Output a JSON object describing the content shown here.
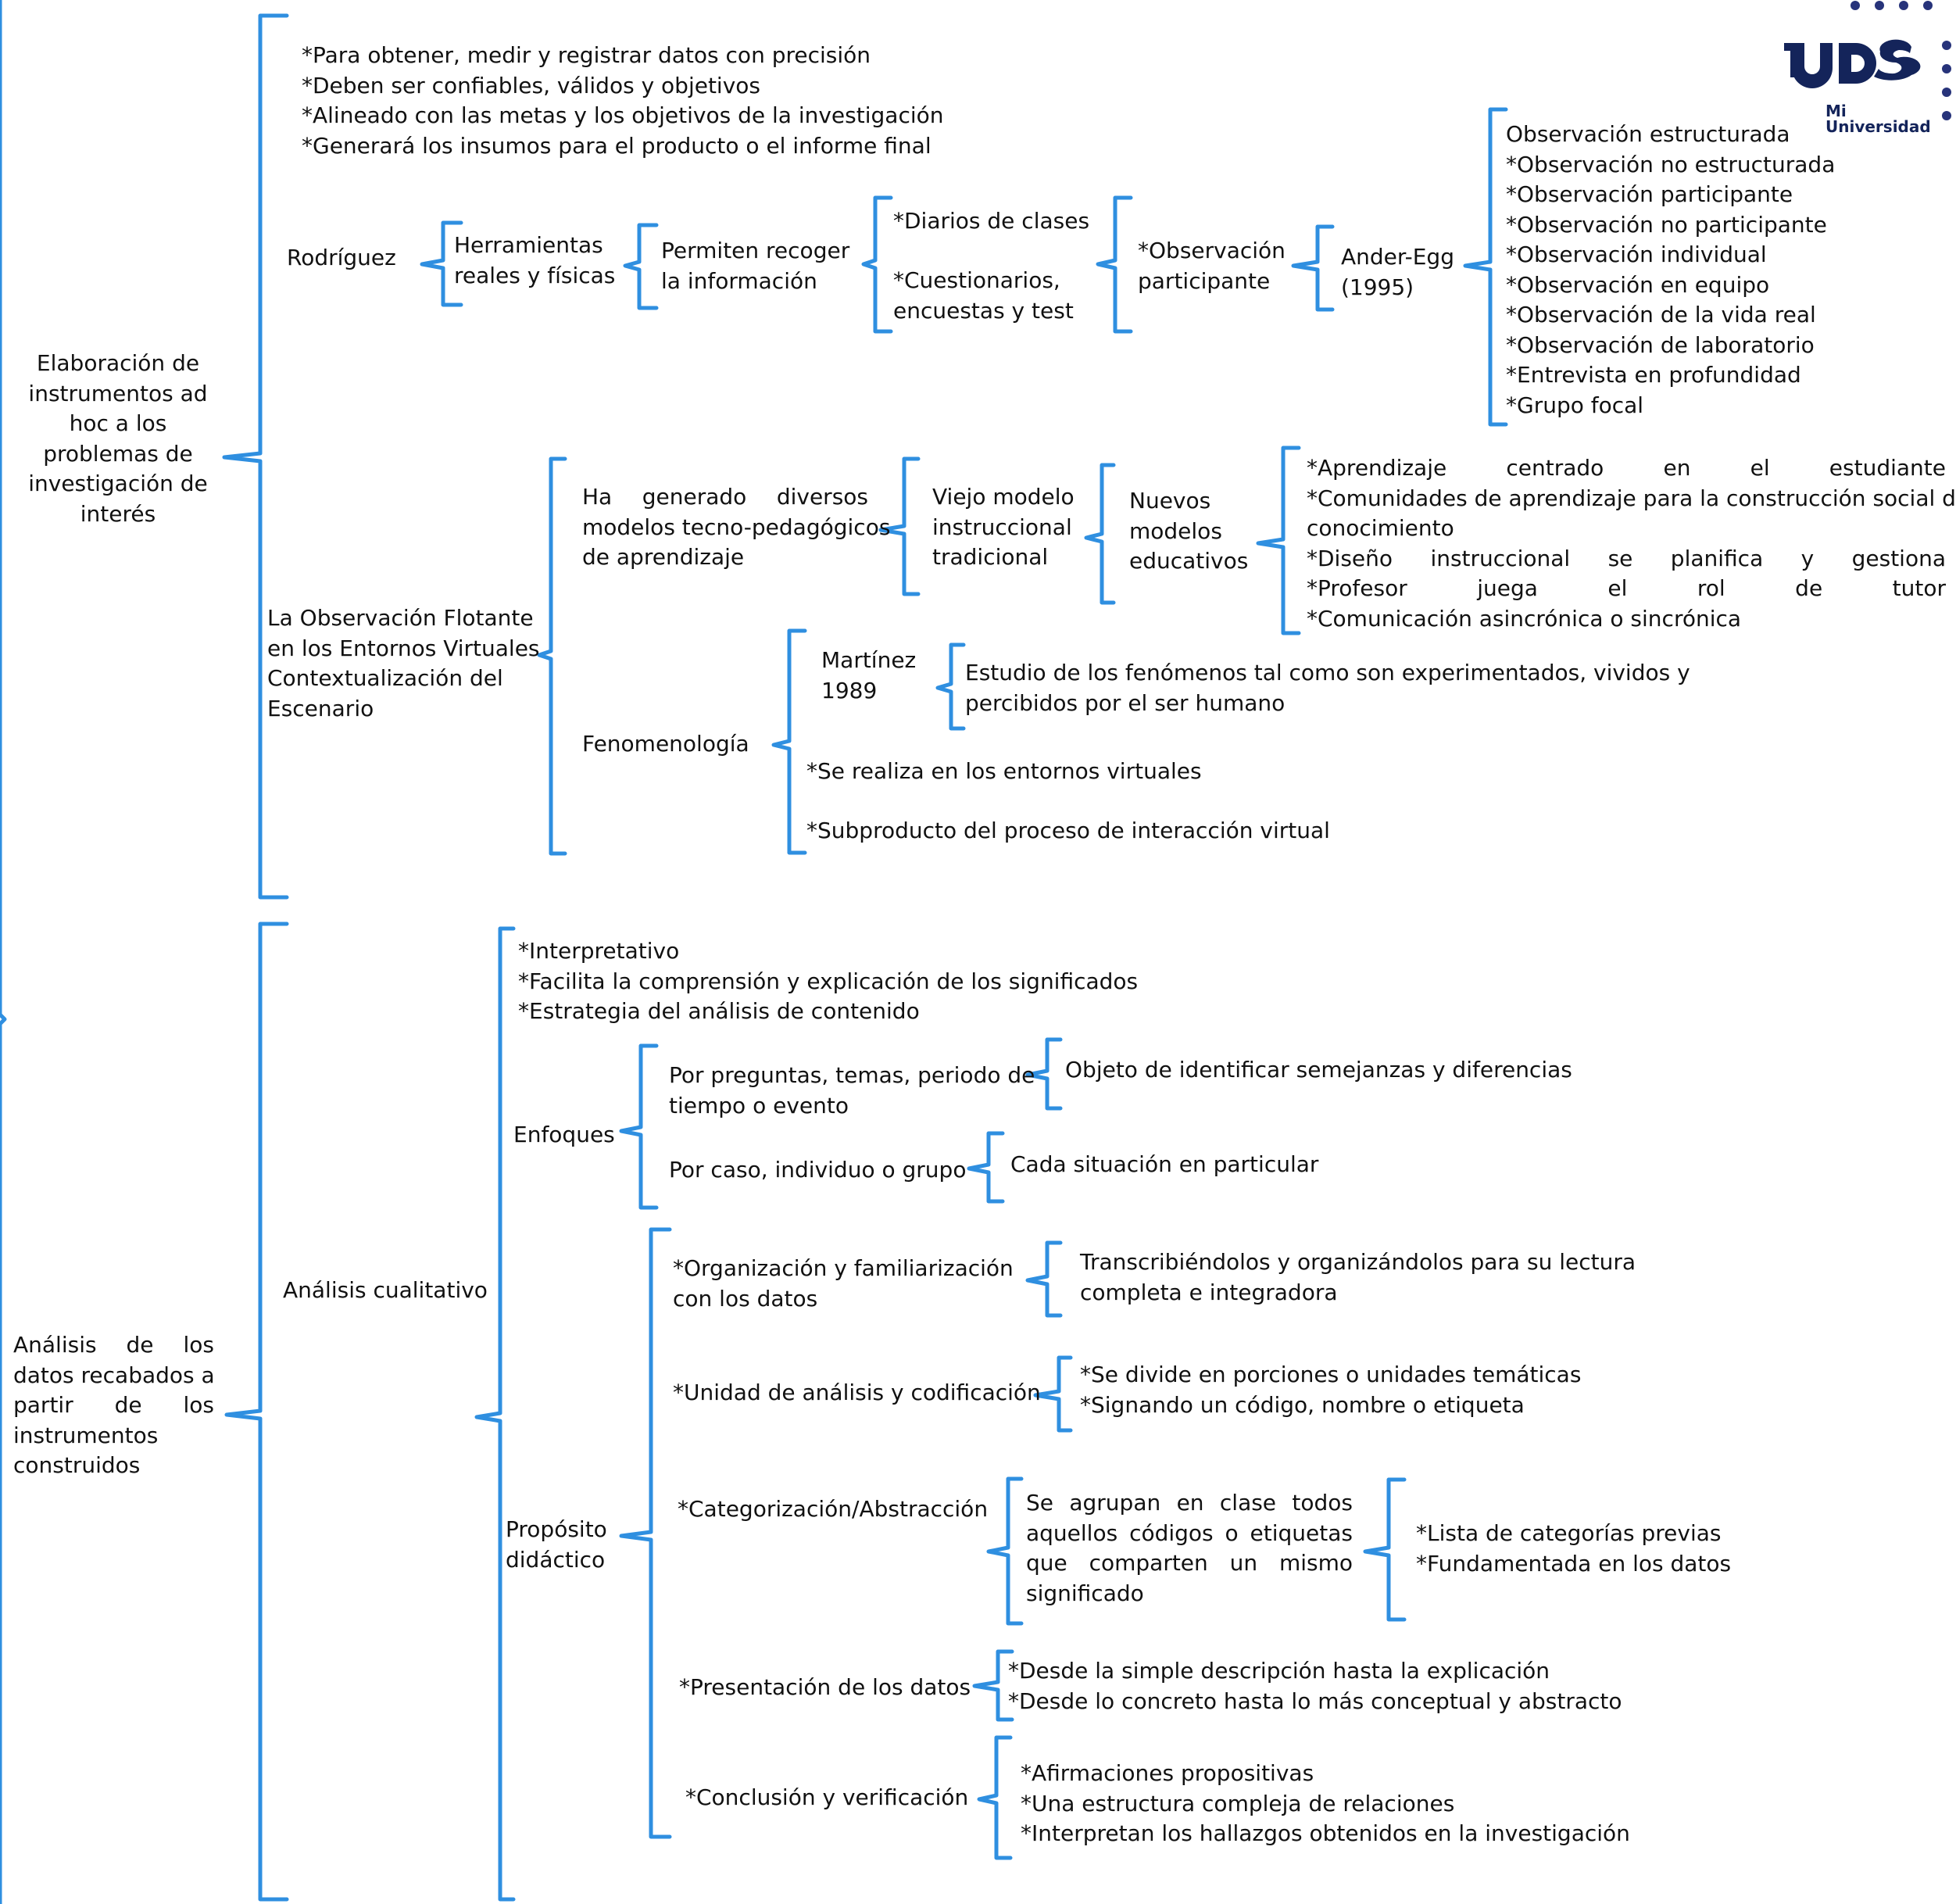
{
  "logo": {
    "brand": "UDS",
    "tagline": "Mi Universidad",
    "color": "#14245a",
    "accent": "#27337a"
  },
  "colors": {
    "bracket": "#2f8fe0",
    "text": "#111111",
    "background": "#ffffff"
  },
  "diagram": {
    "sections": [
      {
        "title": [
          "Elaboración de",
          "instrumentos ad",
          "hoc a los",
          "problemas de",
          "investigación de",
          "interés"
        ],
        "intro": [
          "*Para obtener, medir y registrar datos con precisión",
          "*Deben ser confiables, válidos y objetivos",
          "*Alineado con las metas y los objetivos de la investigación",
          "*Generará los insumos para el producto o el informe final"
        ],
        "rodriguez": {
          "label": "Rodríguez",
          "tools": [
            "Herramientas",
            "reales y físicas"
          ],
          "purpose": [
            "Permiten recoger",
            "la información"
          ],
          "examples_1": "*Diarios de clases",
          "examples_2": [
            "*Cuestionarios,",
            "encuestas y test"
          ],
          "observation": [
            "*Observación",
            "participante"
          ],
          "author": [
            "Ander-Egg",
            "(1995)"
          ],
          "types": [
            "Observación estructurada",
            "*Observación no estructurada",
            "*Observación participante",
            "*Observación no participante",
            "*Observación individual",
            "*Observación en equipo",
            "*Observación de la vida real",
            "*Observación de laboratorio",
            "*Entrevista en profundidad",
            "*Grupo focal"
          ]
        },
        "floating": {
          "label": [
            "La Observación Flotante",
            "en los Entornos Virtuales",
            "Contextualización del",
            "Escenario"
          ],
          "models": [
            "Ha generado diversos",
            "modelos tecno-pedagógicos",
            "de aprendizaje"
          ],
          "old_model": [
            "Viejo modelo",
            "instruccional",
            "tradicional"
          ],
          "new_models": [
            "Nuevos",
            "modelos",
            "educativos"
          ],
          "features": [
            "*Aprendizaje centrado en el estudiante",
            "*Comunidades de aprendizaje para la construcción social del",
            "conocimiento",
            "*Diseño instruccional se planifica y gestiona",
            "*Profesor juega el rol de tutor",
            "*Comunicación asincrónica o sincrónica"
          ],
          "phenomenology": "Fenomenología",
          "martinez": [
            "Martínez",
            "1989"
          ],
          "study": [
            "Estudio de los fenómenos tal como son experimentados, vividos y",
            "percibidos por el ser humano"
          ],
          "virtual_env": "*Se realiza en los entornos virtuales",
          "byproduct": "*Subproducto del proceso de interacción virtual"
        }
      },
      {
        "title": [
          "Análisis de los",
          "datos recabados a",
          "partir de los",
          "instrumentos",
          "construidos"
        ],
        "qualitative": "Análisis cualitativo",
        "traits": [
          "*Interpretativo",
          "*Facilita la comprensión y explicación de los significados",
          "*Estrategia del análisis de contenido"
        ],
        "approaches": {
          "label": "Enfoques",
          "by_questions": [
            "Por preguntas, temas, periodo de",
            "tiempo o evento"
          ],
          "by_questions_goal": "Objeto de identificar semejanzas y diferencias",
          "by_case": "Por caso, individuo o grupo",
          "by_case_goal": "Cada situación en particular"
        },
        "didactic": {
          "label": [
            "Propósito",
            "didáctico"
          ],
          "organization": [
            "*Organización y familiarización",
            "con los datos"
          ],
          "organization_detail": [
            "Transcribiéndolos y organizándolos para su lectura",
            "completa e integradora"
          ],
          "unit": "*Unidad de análisis y codificación",
          "unit_detail": [
            "*Se divide en porciones o unidades temáticas",
            "*Signando un código, nombre o etiqueta"
          ],
          "categorization": "*Categorización/Abstracción",
          "categorization_detail": [
            "Se agrupan en clase todos",
            "aquellos códigos o etiquetas",
            "que comparten un mismo",
            "significado"
          ],
          "categorization_types": [
            "*Lista de categorías previas",
            "*Fundamentada en los datos"
          ],
          "presentation": "*Presentación de los datos",
          "presentation_detail": [
            "*Desde la simple descripción hasta la explicación",
            "*Desde lo concreto hasta lo más conceptual y abstracto"
          ],
          "conclusion": "*Conclusión y verificación",
          "conclusion_detail": [
            "*Afirmaciones propositivas",
            "*Una estructura compleja de relaciones",
            "*Interpretan los hallazgos obtenidos en la investigación"
          ]
        }
      }
    ]
  }
}
